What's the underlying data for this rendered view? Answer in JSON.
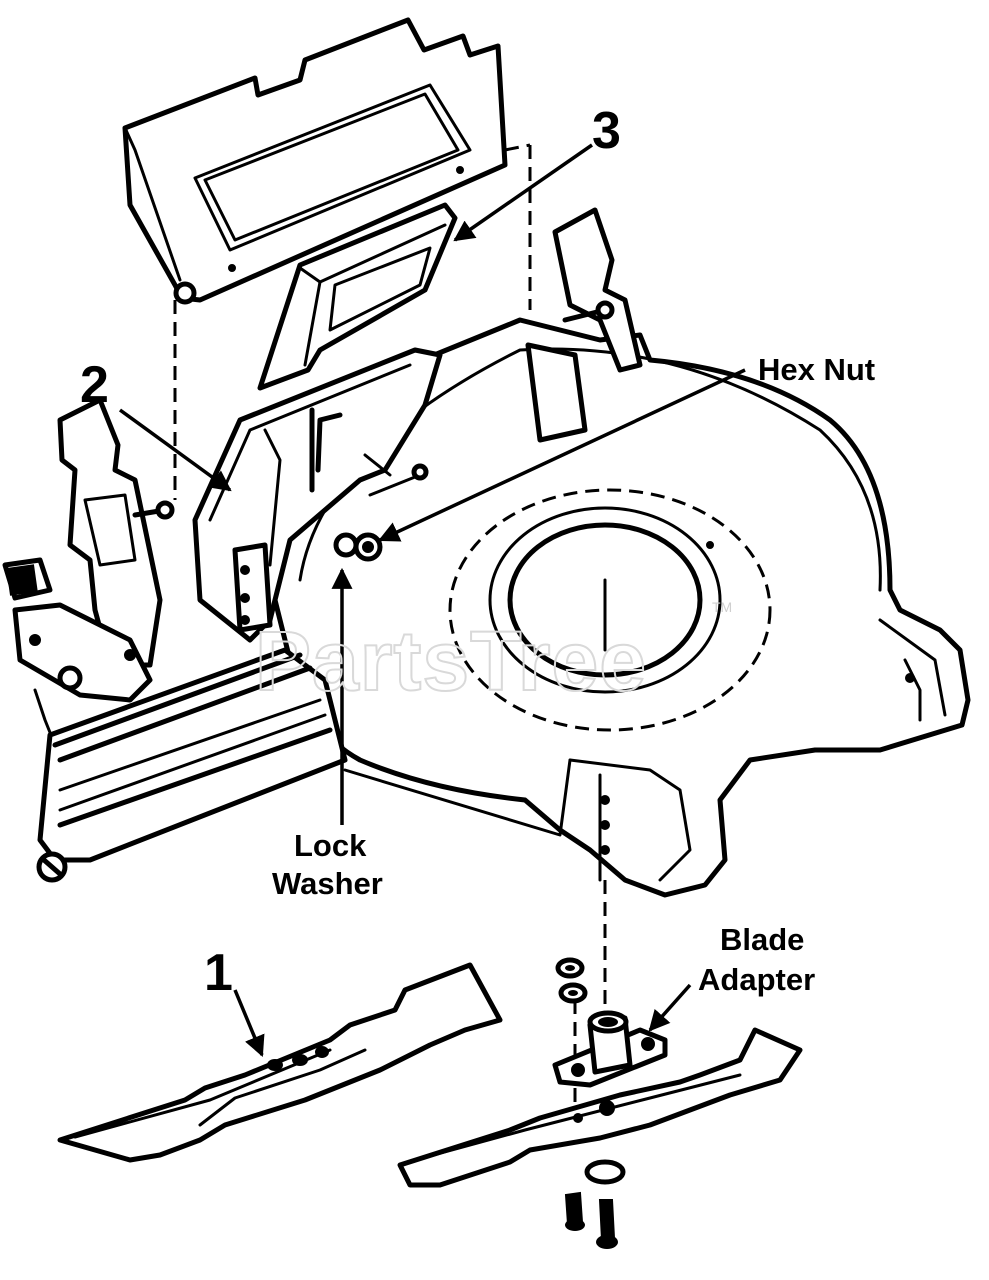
{
  "callouts": {
    "part_1": "1",
    "part_2": "2",
    "part_3": "3",
    "hex_nut": "Hex Nut",
    "lock_washer_line1": "Lock",
    "lock_washer_line2": "Washer",
    "blade_adapter_line1": "Blade",
    "blade_adapter_line2": "Adapter"
  },
  "watermark": {
    "text": "PartsTree",
    "trademark": "TM"
  }
}
